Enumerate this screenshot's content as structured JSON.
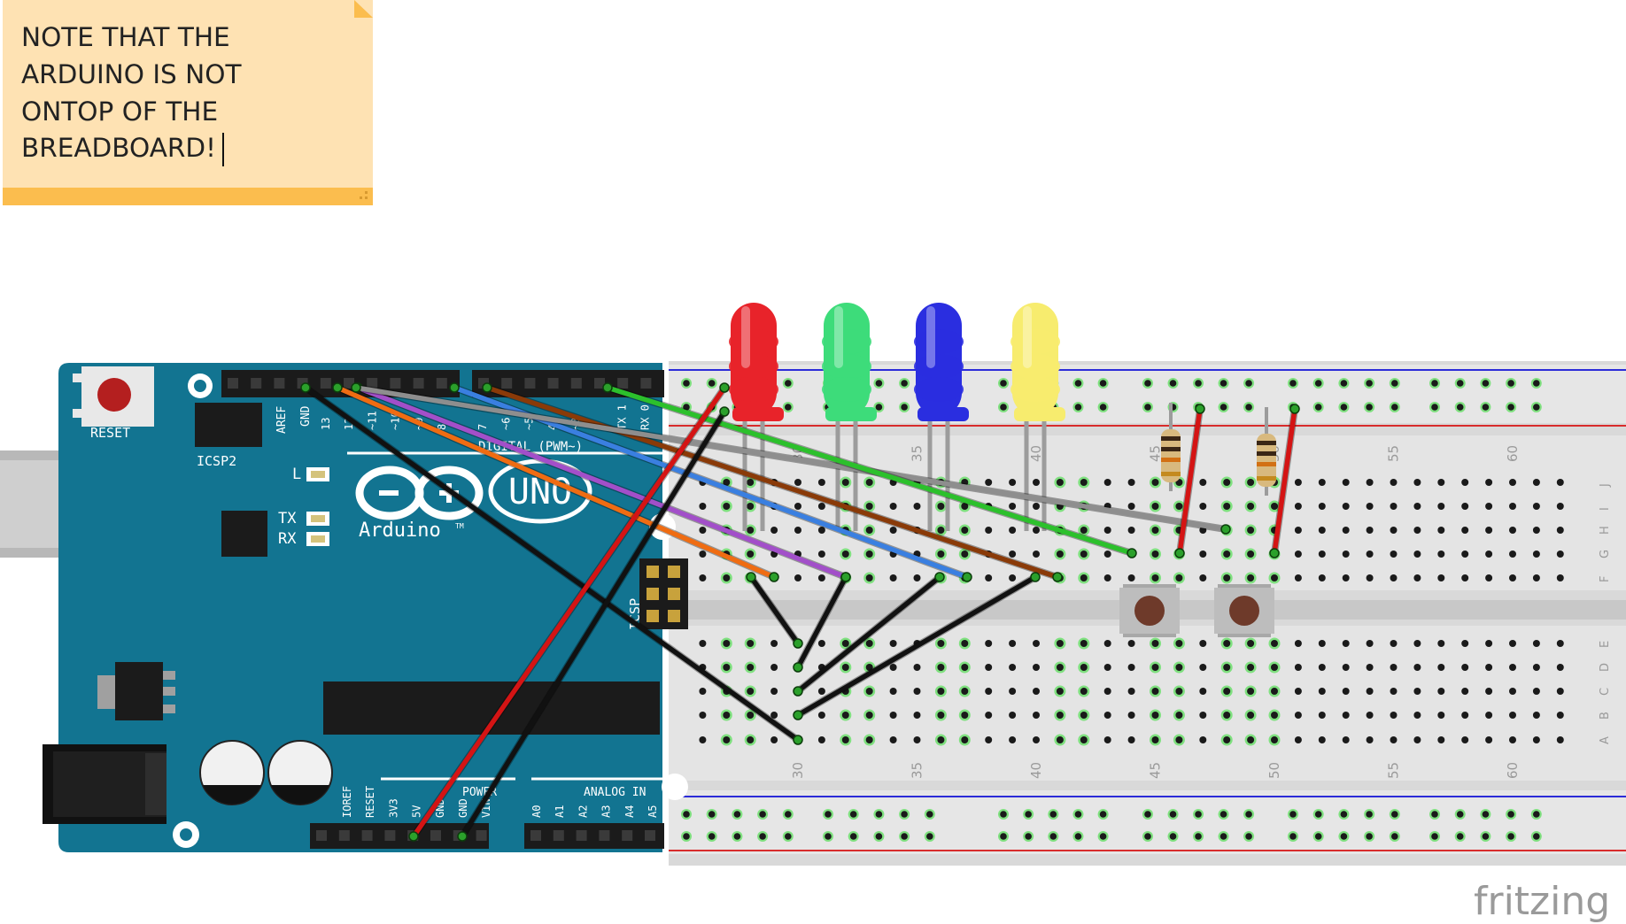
{
  "note": {
    "lines": [
      "NOTE THAT THE",
      "ARDUINO IS NOT",
      "ONTOP OF THE",
      "BREADBOARD!"
    ]
  },
  "board": {
    "reset_label": "RESET",
    "icsp2_label": "ICSP2",
    "icsp_label": "ICSP",
    "aref_label": "AREF",
    "gnd_label": "GND",
    "digital_label": "DIGITAL (PWM~)",
    "l_label": "L",
    "tx_label": "TX",
    "rx_label": "RX",
    "uno_label": "UNO",
    "brand_label": "Arduino",
    "tm_label": "TM",
    "power_label": "POWER",
    "analog_label": "ANALOG IN",
    "power_pins": [
      "IOREF",
      "RESET",
      "3V3",
      "5V",
      "GND",
      "GND",
      "VIN"
    ],
    "analog_pins": [
      "A0",
      "A1",
      "A2",
      "A3",
      "A4",
      "A5"
    ],
    "digital_pins": [
      "13",
      "12",
      "~11",
      "~10",
      "~9",
      "8",
      "7",
      "~6",
      "~5",
      "4",
      "~3",
      "2",
      "TX 1",
      "RX 0"
    ]
  },
  "breadboard": {
    "column_numbers": [
      "30",
      "35",
      "40",
      "45",
      "50",
      "55",
      "60"
    ],
    "row_letters_top": [
      "J",
      "I",
      "H",
      "G",
      "F"
    ],
    "row_letters_bottom": [
      "E",
      "D",
      "C",
      "B",
      "A"
    ]
  },
  "colors": {
    "led_red": "#e8232a",
    "led_green": "#3ddc7a",
    "led_blue": "#2a2ee0",
    "led_yellow": "#f7ec6e",
    "pcb": "#127491",
    "note": "#fee2b3"
  },
  "brand": {
    "logo": "fritzing"
  }
}
